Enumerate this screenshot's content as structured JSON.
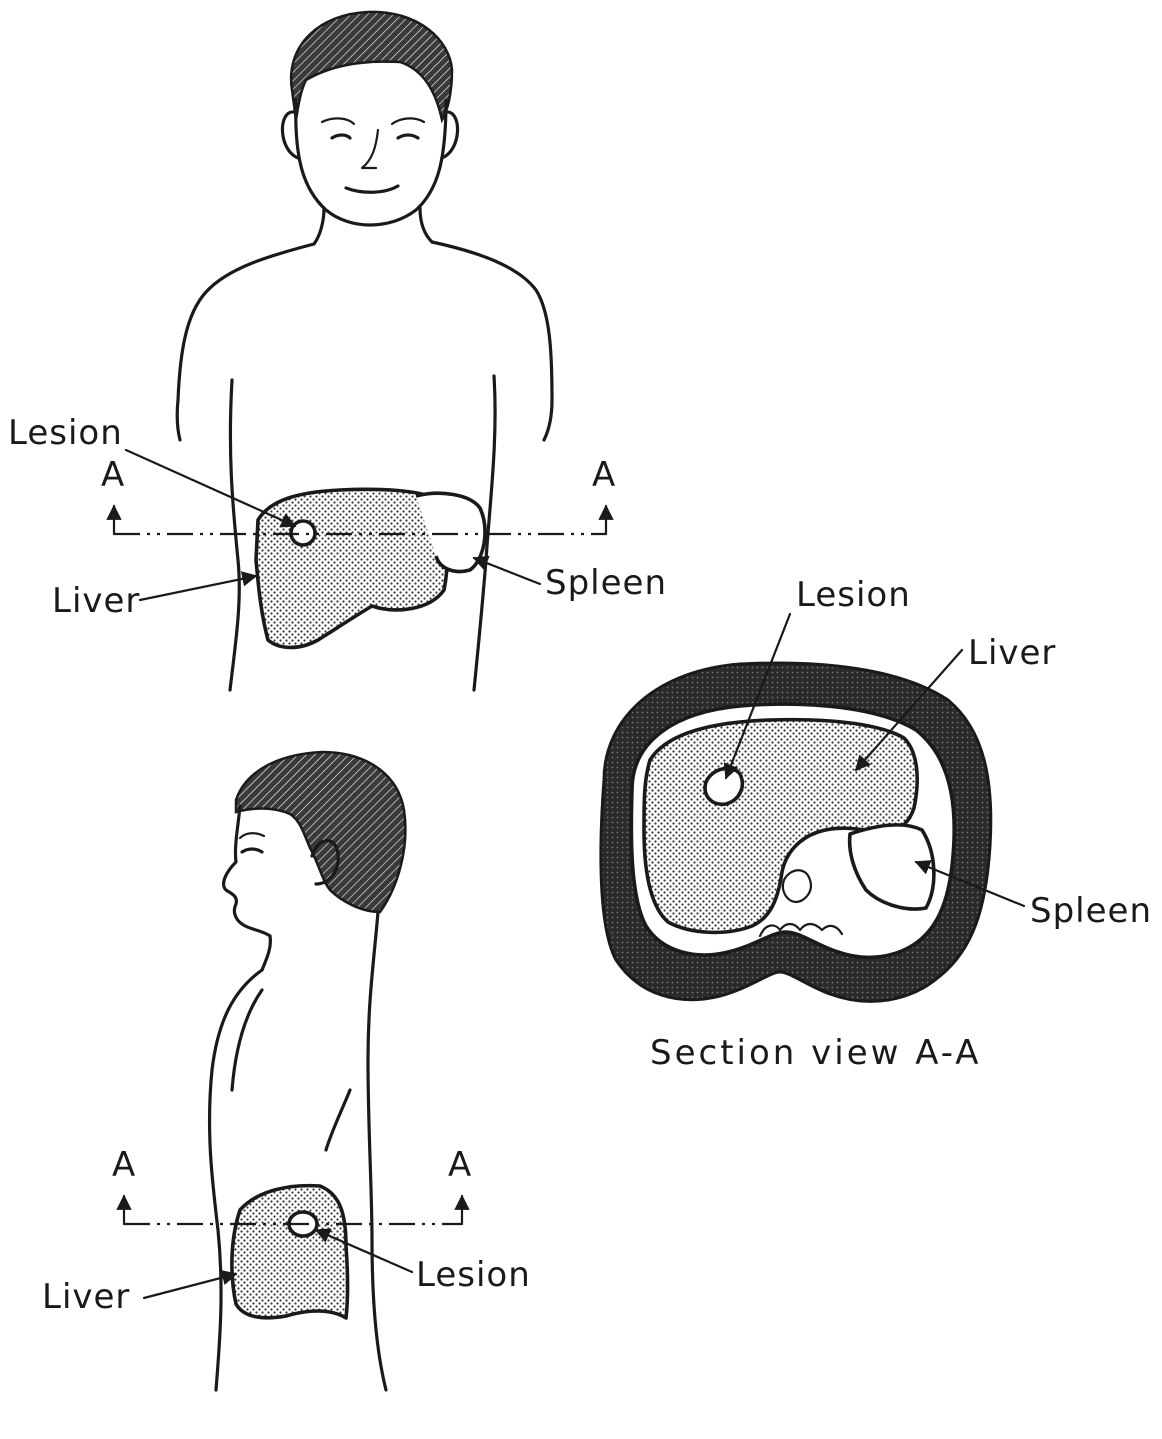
{
  "labels": {
    "front_lesion": "Lesion",
    "front_liver": "Liver",
    "front_spleen": "Spleen",
    "front_section_left": "A",
    "front_section_right": "A",
    "section_lesion": "Lesion",
    "section_liver": "Liver",
    "section_spleen": "Spleen",
    "section_caption": "Section view A-A",
    "side_section_left": "A",
    "side_section_right": "A",
    "side_liver": "Liver",
    "side_lesion": "Lesion"
  }
}
